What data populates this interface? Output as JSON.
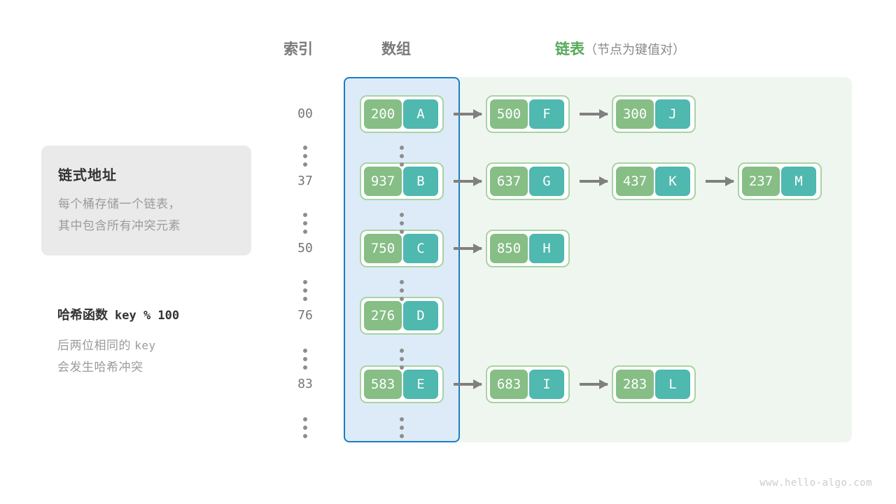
{
  "headers": {
    "index": "索引",
    "array": "数组",
    "list_main": "链表",
    "list_sub": "（节点为键值对）"
  },
  "info_card": {
    "title": "链式地址",
    "line1": "每个桶存储一个链表，",
    "line2": "其中包含所有冲突元素"
  },
  "hash_note": {
    "title_cn": "哈希函数",
    "title_code": "key % 100",
    "line1_cn": "后两位相同的",
    "line1_code": "key",
    "line2": "会发生哈希冲突"
  },
  "colors": {
    "array_fill": "#dcebf7",
    "array_border": "#1a7ec4",
    "list_panel_fill": "#eff6ef",
    "node_border": "#a8d3a3",
    "key_chip": "#86be86",
    "value_chip": "#4fb8af",
    "arrow": "#808080",
    "accent_green": "#57a95a"
  },
  "rows": [
    {
      "index": "00",
      "bucket": {
        "key": "200",
        "value": "A"
      },
      "chain": [
        {
          "key": "500",
          "value": "F"
        },
        {
          "key": "300",
          "value": "J"
        }
      ]
    },
    {
      "index": "37",
      "bucket": {
        "key": "937",
        "value": "B"
      },
      "chain": [
        {
          "key": "637",
          "value": "G"
        },
        {
          "key": "437",
          "value": "K"
        },
        {
          "key": "237",
          "value": "M"
        }
      ]
    },
    {
      "index": "50",
      "bucket": {
        "key": "750",
        "value": "C"
      },
      "chain": [
        {
          "key": "850",
          "value": "H"
        }
      ]
    },
    {
      "index": "76",
      "bucket": {
        "key": "276",
        "value": "D"
      },
      "chain": []
    },
    {
      "index": "83",
      "bucket": {
        "key": "583",
        "value": "E"
      },
      "chain": [
        {
          "key": "683",
          "value": "I"
        },
        {
          "key": "283",
          "value": "L"
        }
      ]
    }
  ],
  "watermark": "www.hello-algo.com"
}
